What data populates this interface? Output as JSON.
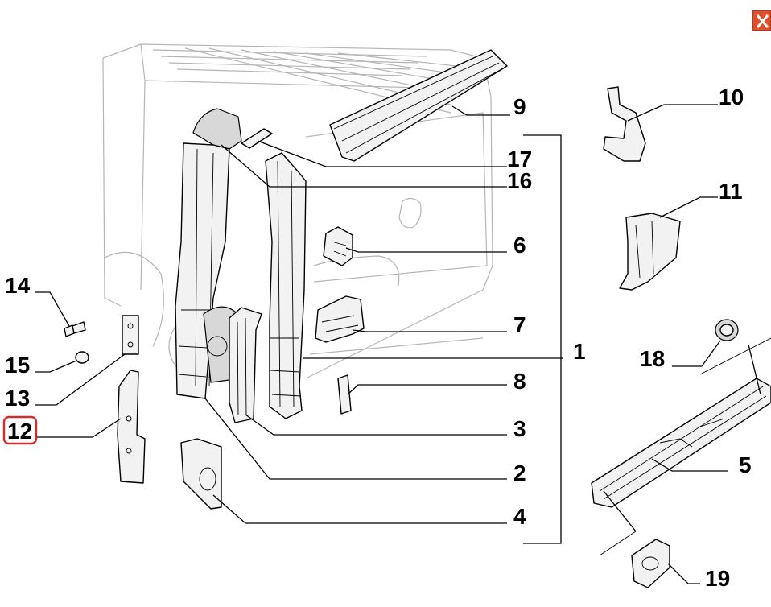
{
  "close_button": {
    "label": "×",
    "color": "#e04e2c",
    "icon": "close-icon"
  },
  "diagram": {
    "highlight_color": "#d62b2b",
    "highlighted_part": "12",
    "callouts": [
      {
        "id": "1",
        "text": "1"
      },
      {
        "id": "2",
        "text": "2"
      },
      {
        "id": "3",
        "text": "3"
      },
      {
        "id": "4",
        "text": "4"
      },
      {
        "id": "5",
        "text": "5"
      },
      {
        "id": "6",
        "text": "6"
      },
      {
        "id": "7",
        "text": "7"
      },
      {
        "id": "8",
        "text": "8"
      },
      {
        "id": "9",
        "text": "9"
      },
      {
        "id": "10",
        "text": "10"
      },
      {
        "id": "11",
        "text": "11"
      },
      {
        "id": "12",
        "text": "12"
      },
      {
        "id": "13",
        "text": "13"
      },
      {
        "id": "14",
        "text": "14"
      },
      {
        "id": "15",
        "text": "15"
      },
      {
        "id": "16",
        "text": "16"
      },
      {
        "id": "17",
        "text": "17"
      },
      {
        "id": "18",
        "text": "18"
      },
      {
        "id": "19",
        "text": "19"
      }
    ]
  }
}
